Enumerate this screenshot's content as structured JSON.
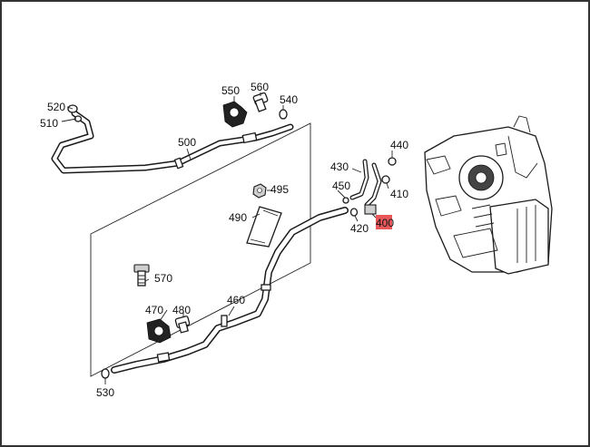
{
  "callouts": [
    {
      "id": "520",
      "text": "520"
    },
    {
      "id": "510",
      "text": "510"
    },
    {
      "id": "550",
      "text": "550"
    },
    {
      "id": "560",
      "text": "560"
    },
    {
      "id": "540",
      "text": "540"
    },
    {
      "id": "500",
      "text": "500"
    },
    {
      "id": "495",
      "text": "495"
    },
    {
      "id": "490",
      "text": "490"
    },
    {
      "id": "440",
      "text": "440"
    },
    {
      "id": "430",
      "text": "430"
    },
    {
      "id": "450",
      "text": "450"
    },
    {
      "id": "410",
      "text": "410"
    },
    {
      "id": "420",
      "text": "420"
    },
    {
      "id": "400",
      "text": "400",
      "highlighted": true
    },
    {
      "id": "570",
      "text": "570"
    },
    {
      "id": "470",
      "text": "470"
    },
    {
      "id": "480",
      "text": "480"
    },
    {
      "id": "460",
      "text": "460"
    },
    {
      "id": "530",
      "text": "530"
    }
  ],
  "colors": {
    "background": "#ffffff",
    "line": "#1a1a1a",
    "highlight": "#e8585a",
    "frame_border": "#333333"
  }
}
